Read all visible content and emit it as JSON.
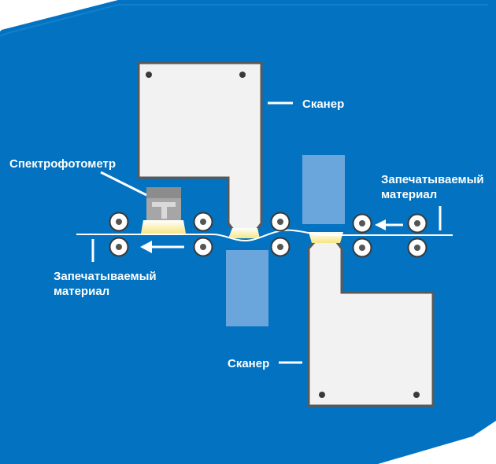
{
  "labels": {
    "scanner_top": "Сканер",
    "scanner_bottom": "Сканер",
    "spectrophotometer": "Спектрофотометр",
    "material_right_line1": "Запечатываемый",
    "material_right_line2": "материал",
    "material_left_line1": "Запечатываемый",
    "material_left_line2": "материал"
  },
  "icons": {
    "flow_arrow": "left-arrow-icon",
    "roller": "roller-icon"
  },
  "colors": {
    "background": "#0272c1",
    "background_outline": "#1a8ad8",
    "scanner_body": "#f2f2f2",
    "scanner_border": "#595959",
    "light_beam": "#6aa6dc",
    "light_spot": "#fff2a0",
    "spectrophotometer_body": "#a6a6a6",
    "material_line": "#ffffff",
    "label_text": "#ffffff"
  }
}
